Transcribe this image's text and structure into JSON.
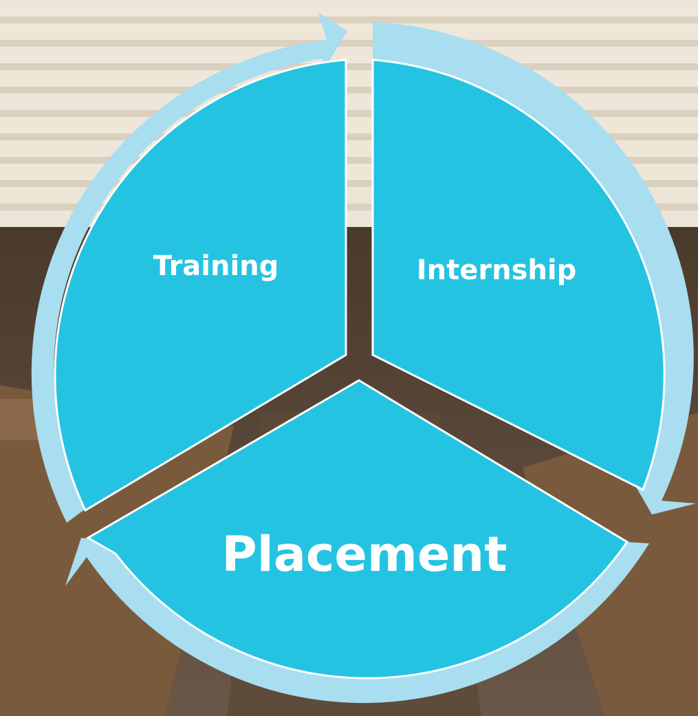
{
  "diagram": {
    "type": "cycle",
    "segments": [
      {
        "id": "training",
        "label": "Training"
      },
      {
        "id": "internship",
        "label": "Internship"
      },
      {
        "id": "placement",
        "label": "Placement"
      }
    ],
    "colors": {
      "segment_fill": "#25c3e2",
      "ring_arrow": "#a9ddf0",
      "divider": "#ffffff"
    }
  }
}
